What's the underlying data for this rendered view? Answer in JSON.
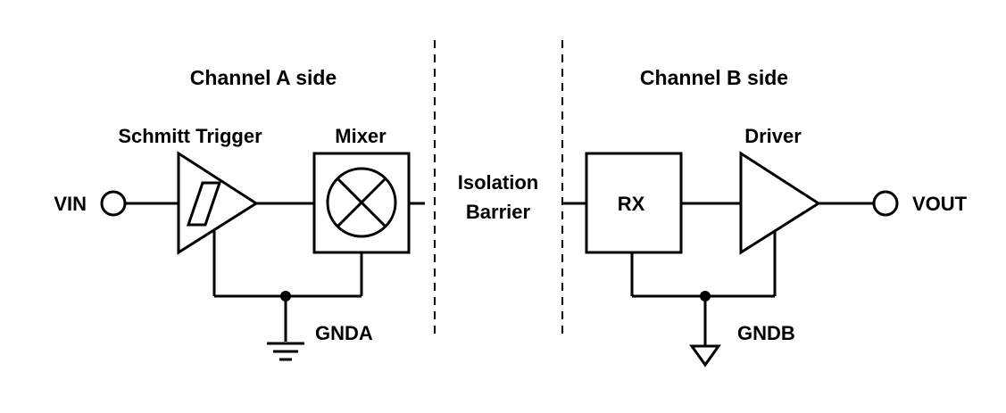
{
  "diagram": {
    "channel_a": {
      "title": "Channel A side"
    },
    "channel_b": {
      "title": "Channel B side"
    },
    "components": {
      "vin_label": "VIN",
      "schmitt_trigger_label": "Schmitt Trigger",
      "mixer_label": "Mixer",
      "isolation_barrier": {
        "line1": "Isolation",
        "line2": "Barrier"
      },
      "rx_label": "RX",
      "driver_label": "Driver",
      "vout_label": "VOUT",
      "gnda_label": "GNDA",
      "gndb_label": "GNDB"
    },
    "colors": {
      "stroke": "#000000",
      "background": "#ffffff"
    }
  }
}
